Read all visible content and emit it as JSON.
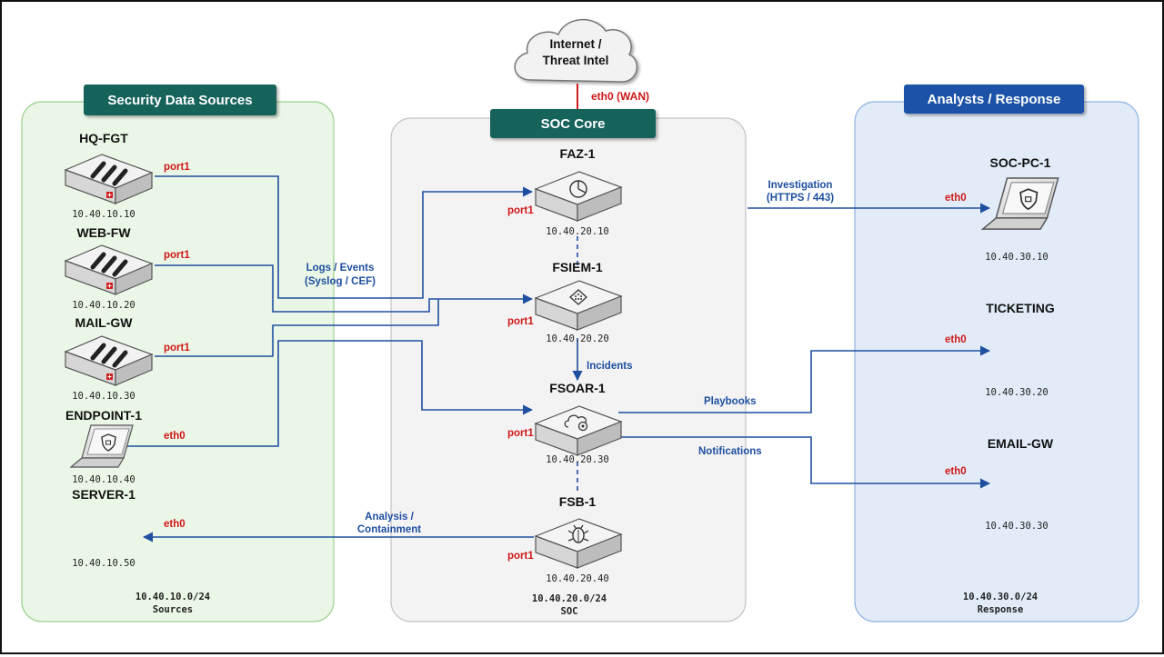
{
  "zones": {
    "sources": {
      "title": "Security Data Sources",
      "subnet": "10.40.10.0/24",
      "caption": "Sources"
    },
    "core": {
      "title": "SOC Core",
      "subnet": "10.40.20.0/24",
      "caption": "SOC"
    },
    "response": {
      "title": "Analysts / Response",
      "subnet": "10.40.30.0/24",
      "caption": "Response"
    }
  },
  "cloud": {
    "line1": "Internet /",
    "line2": "Threat Intel",
    "link_label": "eth0 (WAN)"
  },
  "devices": {
    "hq_fgt": {
      "name": "HQ-FGT",
      "ip": "10.40.10.10",
      "port": "port1"
    },
    "web_fw": {
      "name": "WEB-FW",
      "ip": "10.40.10.20",
      "port": "port1"
    },
    "mail_gw": {
      "name": "MAIL-GW",
      "ip": "10.40.10.30",
      "port": "port1"
    },
    "endpoint_1": {
      "name": "ENDPOINT-1",
      "ip": "10.40.10.40",
      "port": "eth0"
    },
    "server_1": {
      "name": "SERVER-1",
      "ip": "10.40.10.50",
      "port": "eth0"
    },
    "faz_1": {
      "name": "FAZ-1",
      "ip": "10.40.20.10",
      "port": "port1"
    },
    "fsiem_1": {
      "name": "FSIEM-1",
      "ip": "10.40.20.20",
      "port": "port1"
    },
    "fsoar_1": {
      "name": "FSOAR-1",
      "ip": "10.40.20.30",
      "port": "port1"
    },
    "fsb_1": {
      "name": "FSB-1",
      "ip": "10.40.20.40",
      "port": "port1"
    },
    "soc_pc_1": {
      "name": "SOC-PC-1",
      "ip": "10.40.30.10",
      "port": "eth0"
    },
    "ticketing": {
      "name": "TICKETING",
      "ip": "10.40.30.20",
      "port": "eth0"
    },
    "email_gw": {
      "name": "EMAIL-GW",
      "ip": "10.40.30.30",
      "port": "eth0"
    }
  },
  "flows": {
    "logs_line1": "Logs / Events",
    "logs_line2": "(Syslog / CEF)",
    "investigation_line1": "Investigation",
    "investigation_line2": "(HTTPS / 443)",
    "incidents": "Incidents",
    "playbooks": "Playbooks",
    "notifications": "Notifications",
    "analysis_line1": "Analysis /",
    "analysis_line2": "Containment"
  },
  "colors": {
    "link": "#1f4fa0",
    "wan": "#d21f1f",
    "port_label": "#d01818",
    "zone_sources": "#eaf6e6",
    "zone_core": "#f3f3f4",
    "zone_response": "#e1ecf8",
    "header_teal": "#17635c",
    "header_blue": "#1f52a8"
  },
  "icons": {
    "firewall": "fortigate-appliance-icon",
    "analyzer": "pie-chart-icon",
    "siem": "grid-chip-icon",
    "soar": "cloud-gear-icon",
    "sandbox": "bug-icon",
    "laptop": "shield-laptop-icon",
    "server": "tower-server-icon"
  }
}
